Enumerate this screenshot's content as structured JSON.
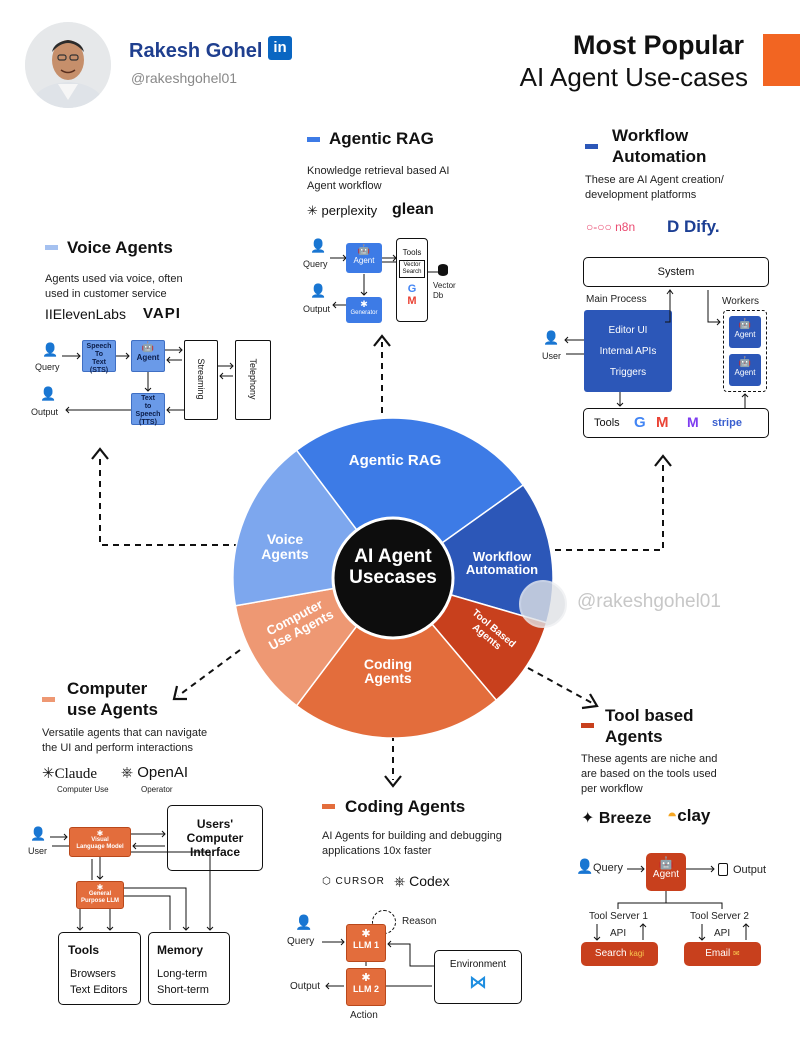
{
  "header": {
    "name": "Rakesh Gohel",
    "linkedin": "in",
    "handle": "@rakeshgohel01",
    "title_line1": "Most Popular",
    "title_line2": "AI Agent Use-cases"
  },
  "watermark": "@rakeshgohel01",
  "colors": {
    "blue_dark": "#2c57b8",
    "blue_mid": "#3d7be6",
    "blue_light": "#a5c1f0",
    "orange": "#e36d3c",
    "orange_light": "#ee9873",
    "red": "#c8401d",
    "accent": "#f26522"
  },
  "wheel": {
    "center_line1": "AI Agent",
    "center_line2": "Usecases",
    "segments": {
      "rag": "Agentic RAG",
      "workflow_1": "Workflow",
      "workflow_2": "Automation",
      "tool_1": "Tool Based",
      "tool_2": "Agents",
      "coding_1": "Coding",
      "coding_2": "Agents",
      "computer_1": "Computer",
      "computer_2": "Use Agents",
      "voice_1": "Voice",
      "voice_2": "Agents"
    }
  },
  "rag": {
    "title": "Agentic RAG",
    "desc1": "Knowledge retrieval based AI",
    "desc2": "Agent workflow",
    "logo1": "perplexity",
    "logo2": "glean",
    "query": "Query",
    "output": "Output",
    "agent": "Agent",
    "generator": "Generator",
    "tools": "Tools",
    "vector1": "Vector",
    "vector2": "Search",
    "db1": "Vector",
    "db2": "Db"
  },
  "workflow": {
    "title1": "Workflow",
    "title2": "Automation",
    "desc1": "These are AI Agent creation/",
    "desc2": "development platforms",
    "logo1": "n8n",
    "logo2": "Dify.",
    "system": "System",
    "main_process": "Main Process",
    "workers": "Workers",
    "user": "User",
    "p1": "Editor UI",
    "p2": "Internal APIs",
    "p3": "Triggers",
    "agent": "Agent",
    "tools": "Tools",
    "stripe": "stripe"
  },
  "voice": {
    "title": "Voice Agents",
    "desc1": "Agents used via voice, often",
    "desc2": "used in customer service",
    "logo1": "IIElevenLabs",
    "logo2": "VAPI",
    "query": "Query",
    "output": "Output",
    "stt1": "Speech",
    "stt2": "To",
    "stt3": "Text",
    "stt4": "(STS)",
    "agent": "Agent",
    "tts1": "Text",
    "tts2": "to",
    "tts3": "Speech",
    "tts4": "(TTS)",
    "streaming": "Streaming",
    "telephony": "Telephony"
  },
  "computer": {
    "title1": "Computer",
    "title2": "use Agents",
    "desc1": "Versatile agents that can navigate",
    "desc2": "the UI and perform interactions",
    "logo1": "Claude",
    "logo1_sub": "Computer Use",
    "logo2": "OpenAI",
    "logo2_sub": "Operator",
    "user": "User",
    "vlm1": "Visual",
    "vlm2": "Language Model",
    "llm1": "General",
    "llm2": "Purpose LLM",
    "interface1": "Users'",
    "interface2": "Computer",
    "interface3": "Interface",
    "tools": "Tools",
    "tool1": "Browsers",
    "tool2": "Text Editors",
    "memory": "Memory",
    "mem1": "Long-term",
    "mem2": "Short-term"
  },
  "coding": {
    "title": "Coding Agents",
    "desc1": "AI Agents for building and debugging",
    "desc2": "applications 10x faster",
    "logo1": "CURSOR",
    "logo2": "Codex",
    "reason": "Reason",
    "query": "Query",
    "output": "Output",
    "llm1": "LLM 1",
    "llm2": "LLM 2",
    "action": "Action",
    "environment": "Environment"
  },
  "toolbased": {
    "title1": "Tool based",
    "title2": "Agents",
    "desc1": "These agents are niche and",
    "desc2": "are based on the tools used",
    "desc3": "per workflow",
    "logo1": "Breeze",
    "logo2": "clay",
    "query": "Query",
    "agent": "Agent",
    "output": "Output",
    "server1": "Tool Server 1",
    "server2": "Tool Server 2",
    "api": "API",
    "search": "Search",
    "search_brand": "kagi",
    "email": "Email"
  }
}
